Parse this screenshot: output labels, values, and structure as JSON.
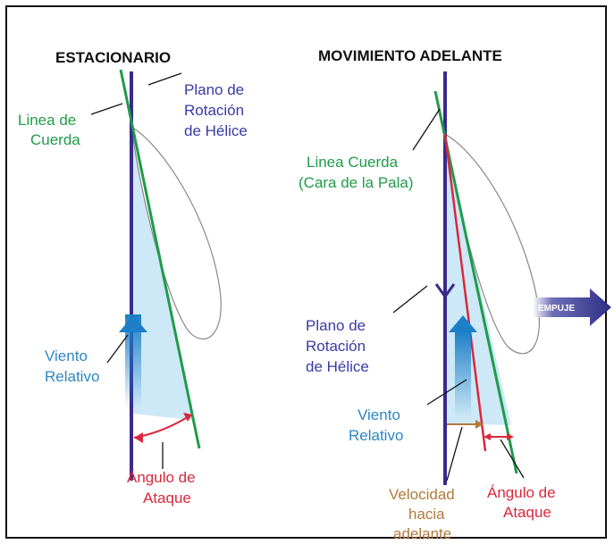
{
  "left_title": "ESTACIONARIO",
  "right_title": "MOVIMIENTO ADELANTE",
  "left": {
    "chord_line": [
      "Linea de",
      "Cuerda"
    ],
    "rotation_plane": [
      "Plano de",
      "Rotación",
      "de Hélice"
    ],
    "relative_wind": [
      "Viento",
      "Relativo"
    ],
    "angle_of_attack": [
      "Ángulo de",
      "Ataque"
    ]
  },
  "right": {
    "chord_line": [
      "Linea Cuerda",
      "(Cara de la Pala)"
    ],
    "rotation_plane": [
      "Plano de",
      "Rotación",
      "de Hélice"
    ],
    "relative_wind": [
      "Viento",
      "Relativo"
    ],
    "forward_speed": [
      "Velocidad",
      "hacia",
      "adelante"
    ],
    "angle_of_attack": [
      "Ángulo de",
      "Ataque"
    ],
    "thrust": "EMPUJE"
  },
  "colors": {
    "rotation_plane": "#3a2a8c",
    "chord_line": "#1f9b4a",
    "relative_wind": "#2d86c6",
    "angle": "#d9283c",
    "forward_speed": "#b07a3c",
    "thrust_arrow": "#3b3a8e",
    "wedge_fill": "#cde8f7"
  }
}
